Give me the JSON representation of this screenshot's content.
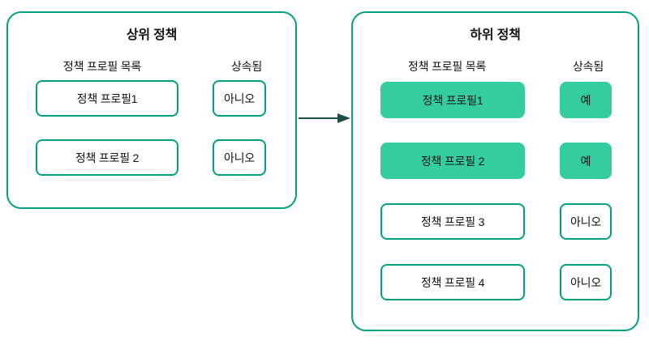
{
  "diagram": {
    "title_parent": "상위 정책",
    "title_child": "하위 정책",
    "column_headers": {
      "profiles": "정책 프로필 목록",
      "inherited": "상속됨"
    },
    "colors": {
      "border_green": "#00a080",
      "fill_green": "#35cca0",
      "arrow": "#1f4f49",
      "text": "#121212",
      "background": "#ffffff"
    },
    "arrow": {
      "name": "inheritance-arrow",
      "direction": "left-to-right"
    },
    "parent_panel": {
      "rows": [
        {
          "profile": "정책 프로필1",
          "inherited": "아니오",
          "highlighted": false
        },
        {
          "profile": "정책 프로필 2",
          "inherited": "아니오",
          "highlighted": false
        }
      ]
    },
    "child_panel": {
      "rows": [
        {
          "profile": "정책 프로필1",
          "inherited": "예",
          "highlighted": true
        },
        {
          "profile": "정책 프로필 2",
          "inherited": "예",
          "highlighted": true
        },
        {
          "profile": "정책 프로필 3",
          "inherited": "아니오",
          "highlighted": false
        },
        {
          "profile": "정책 프로필 4",
          "inherited": "아니오",
          "highlighted": false
        }
      ]
    }
  }
}
